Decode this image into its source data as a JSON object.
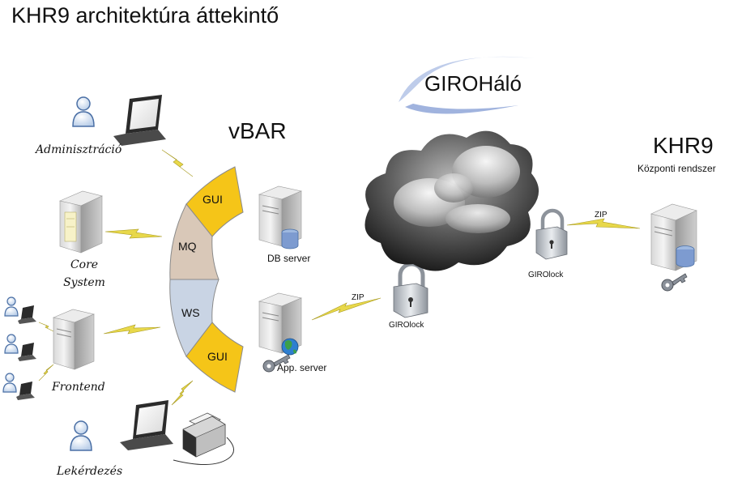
{
  "title": "KHR9 architektúra áttekintő",
  "hub": {
    "label": "vBAR",
    "segments": [
      "GUI",
      "MQ",
      "WS",
      "GUI"
    ]
  },
  "clients": {
    "admin": "Adminisztráció",
    "core": "Core System",
    "frontend": "Frontend",
    "query": "Lekérdezés"
  },
  "servers": {
    "db": "DB server",
    "app": "App. server"
  },
  "network": {
    "cloud": "GIROHáló",
    "lock_left": "GIROlock",
    "lock_right": "GIROlock",
    "zip_left": "ZIP",
    "zip_right": "ZIP"
  },
  "central": {
    "name": "KHR9",
    "subtitle": "Központi rendszer"
  },
  "colors": {
    "gui_segment": "#f5c518",
    "mq_segment": "#d9c8b8",
    "ws_segment": "#c9d4e4",
    "bolt": "#e8d84a",
    "cloud_dark": "#1a1a1a",
    "giro_swoosh": "#8fa6d8"
  }
}
